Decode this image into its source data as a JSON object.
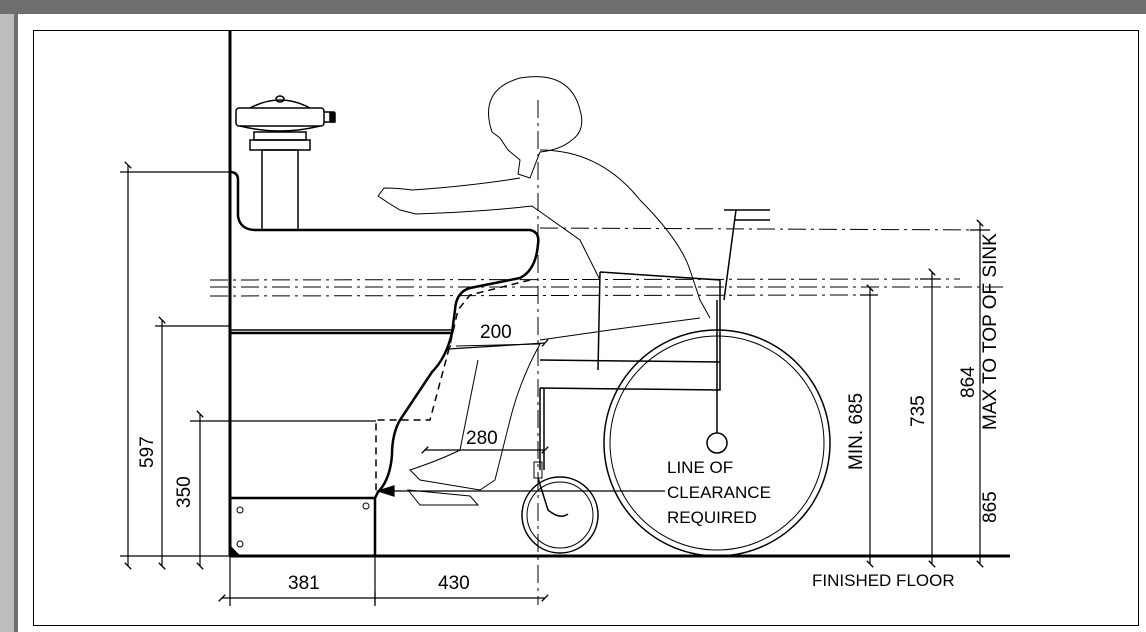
{
  "dimensions": {
    "sink_front_height": "597",
    "knee_height": "350",
    "wall_to_knee": "381",
    "knee_to_footrest": "430",
    "toe_depth": "200",
    "knee_depth": "280",
    "min_clearance": "MIN. 685",
    "arm_height": "735",
    "sink_top_a": "864",
    "sink_top_b": "MAX TO TOP OF SINK",
    "sink_top_c": "865"
  },
  "labels": {
    "clearance_line_1": "LINE OF",
    "clearance_line_2": "CLEARANCE",
    "clearance_line_3": "REQUIRED",
    "floor": "FINISHED FLOOR"
  },
  "colors": {
    "background": "#6e6e6e",
    "panel": "#bdbdbd",
    "sheet": "#ffffff",
    "ink": "#000000"
  }
}
